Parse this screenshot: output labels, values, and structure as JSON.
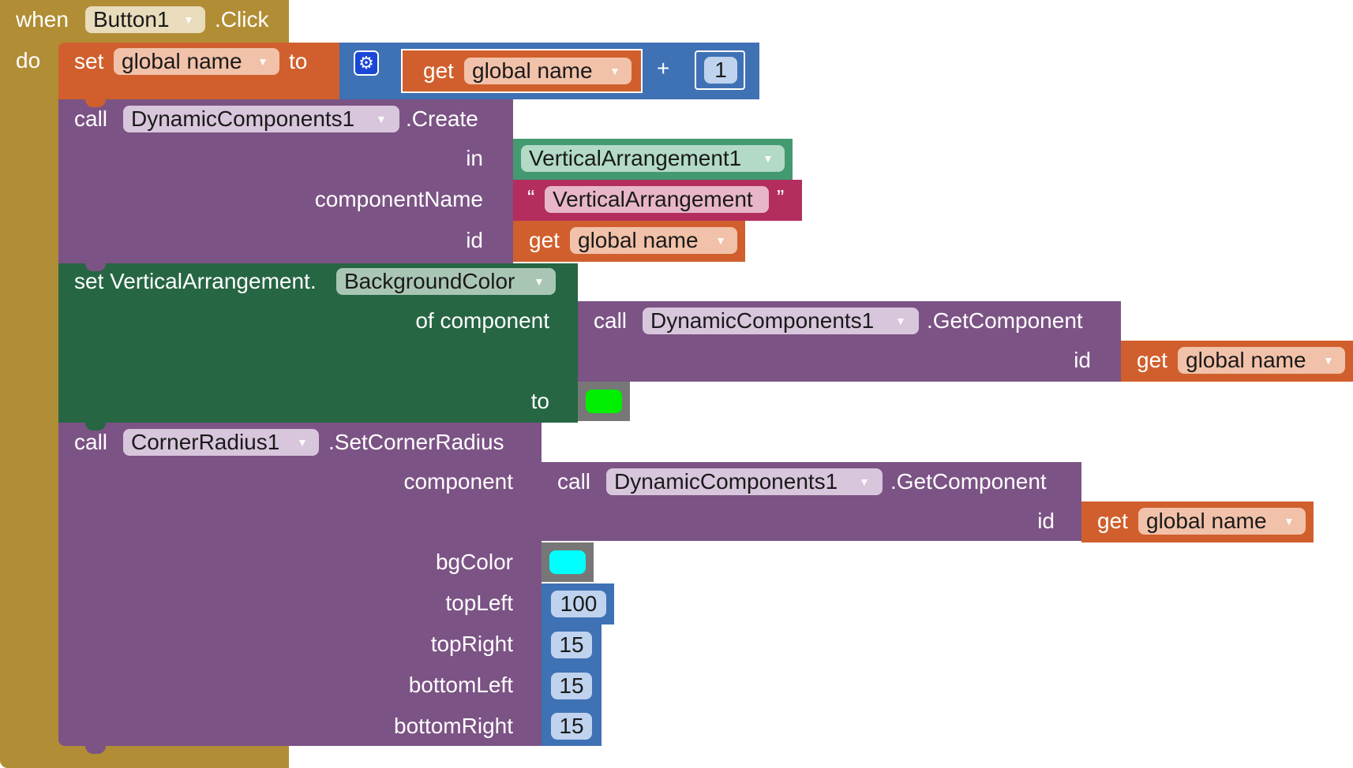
{
  "event": {
    "when_label": "when",
    "component": "Button1",
    "event_name": ".Click",
    "do_label": "do"
  },
  "set_global": {
    "set_label": "set",
    "variable": "global name",
    "to_label": "to",
    "math": {
      "get_label": "get",
      "get_variable": "global name",
      "operator": "+",
      "number": "1"
    }
  },
  "create_call": {
    "call_label": "call",
    "component": "DynamicComponents1",
    "method": ".Create",
    "params": {
      "in_label": "in",
      "in_value": "VerticalArrangement1",
      "name_label": "componentName",
      "name_open_quote": "“",
      "name_value": "VerticalArrangement",
      "name_close_quote": "”",
      "id_label": "id",
      "id_get_label": "get",
      "id_variable": "global name"
    }
  },
  "set_property": {
    "title": "set VerticalArrangement.",
    "property": "BackgroundColor",
    "of_component_label": "of component",
    "get_call": {
      "call_label": "call",
      "component": "DynamicComponents1",
      "method": ".GetComponent",
      "id_label": "id",
      "get_label": "get",
      "variable": "global name"
    },
    "to_label": "to",
    "to_color": "#00ee00"
  },
  "corner_call": {
    "call_label": "call",
    "component": "CornerRadius1",
    "method": ".SetCornerRadius",
    "component_label": "component",
    "get_call": {
      "call_label": "call",
      "component": "DynamicComponents1",
      "method": ".GetComponent",
      "id_label": "id",
      "get_label": "get",
      "variable": "global name"
    },
    "bgcolor_label": "bgColor",
    "bgcolor_color": "#00ffff",
    "topleft_label": "topLeft",
    "topleft_value": "100",
    "topright_label": "topRight",
    "topright_value": "15",
    "bottomleft_label": "bottomLeft",
    "bottomleft_value": "15",
    "bottomright_label": "bottomRight",
    "bottomright_value": "15"
  },
  "colors": {
    "event": "#b18e35",
    "variable": "#d05f2d",
    "math": "#3f71b5",
    "component": "#7c5385",
    "setter": "#266643",
    "component_block": "#439970",
    "text": "#b32d5e",
    "color_block": "#777777"
  },
  "icons": {
    "dropdown": "triangle-down",
    "mutator": "gear-icon"
  }
}
